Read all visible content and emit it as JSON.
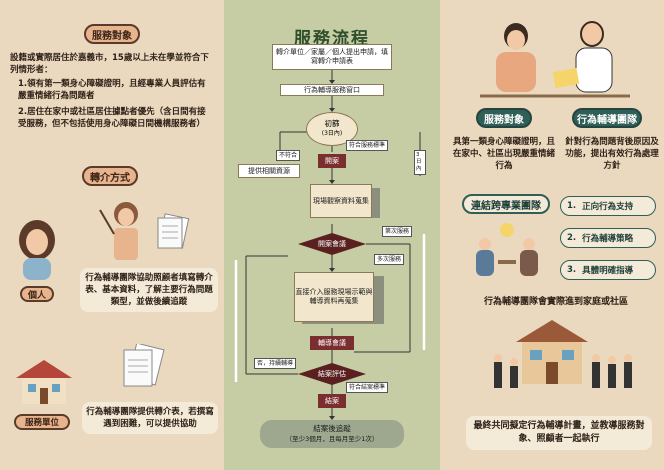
{
  "left": {
    "service_target_title": "服務對象",
    "service_target_desc": "設籍或實際居住於嘉義市，15歲以上未在學並符合下列情形者：",
    "service_target_item1": "1.領有第一類身心障礙證明，且經專業人員評估有嚴重情緒行為問題者",
    "service_target_item2": "2.居住在家中或社區居住據點者優先（含日間有接受服務，但不包括使用身心障礙日間機構服務者）",
    "referral_title": "轉介方式",
    "individual_label": "個人",
    "individual_desc": "行為輔導團隊協助照顧者填寫轉介表、基本資料，了解主要行為問題類型，並做後續追蹤",
    "unit_label": "服務單位",
    "unit_desc": "行為輔導團隊提供轉介表，若撰寫遇到困難，可以提供協助"
  },
  "mid": {
    "title": "服務流程",
    "step1": "轉介單位／家屬／個人提出申請，填寫轉介申請表",
    "step2": "行為輔導服務窗口",
    "step3_title": "初篩",
    "step3_sub": "(3日內)",
    "not_match": "不符合",
    "match": "符合服務標準",
    "case_open": "開案",
    "resource": "提供相關資源",
    "three_days": "3日內",
    "field_visit": "現場觀察資料蒐集",
    "case_meeting": "開案會議",
    "first_service": "第次服務",
    "multi_service": "多次服務",
    "intervene": "直接介入服務現場示範與輔導資料再蒐集",
    "counsel_meeting": "輔導會議",
    "no_continue": "否，持續輔導",
    "close_eval": "結案評估",
    "match_close": "符合結案標準",
    "close": "結案",
    "followup": "結案後追蹤",
    "followup_sub": "（至少3個月，且每月至少1次）"
  },
  "right": {
    "target_title": "服務對象",
    "target_desc": "具第一類身心障礙證明，且在家中、社區出現嚴重情緒行為",
    "team_title": "行為輔導團隊",
    "team_desc": "針對行為問題背後原因及功能，提出有效行為處理方針",
    "link_title": "連結跨專業團隊",
    "items": [
      {
        "n": "1.",
        "label": "正向行為支持"
      },
      {
        "n": "2.",
        "label": "行為輔導策略"
      },
      {
        "n": "3.",
        "label": "具體明確指導"
      }
    ],
    "visit": "行為輔導團隊會實際進到家庭或社區",
    "final": "最終共同擬定行為輔導計畫，並教導服務對象、照顧者一起執行"
  },
  "colors": {
    "left_bg": "#ead9bf",
    "mid_bg": "#c6cca4",
    "accent": "#2f5f57",
    "pill": "#e8b48e",
    "wine": "#7b2e2e"
  }
}
